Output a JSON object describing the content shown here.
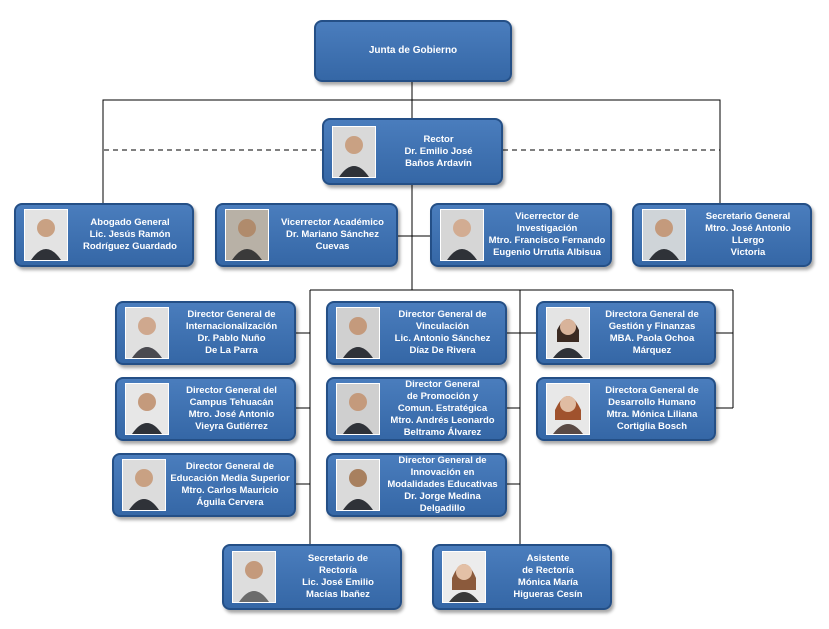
{
  "nodes": [
    {
      "id": "junta",
      "lines": [
        "Junta de Gobierno"
      ],
      "photo": false
    },
    {
      "id": "rector",
      "lines": [
        "Rector",
        "Dr. Emilio José",
        "Baños Ardavín"
      ],
      "photo": true
    },
    {
      "id": "abogado",
      "lines": [
        "Abogado General",
        "Lic. Jesús Ramón",
        "Rodríguez Guardado"
      ],
      "photo": true
    },
    {
      "id": "vicerrector-academico",
      "lines": [
        "Vicerrector Académico",
        "Dr. Mariano Sánchez",
        "Cuevas"
      ],
      "photo": true
    },
    {
      "id": "vicerrector-investigacion",
      "lines": [
        "Vicerrector de",
        "Investigación",
        "Mtro. Francisco Fernando",
        "Eugenio Urrutia Albisua"
      ],
      "photo": true
    },
    {
      "id": "secretario-general",
      "lines": [
        "Secretario General",
        "Mtro. José Antonio LLergo",
        "Victoria"
      ],
      "photo": true
    },
    {
      "id": "internacionalizacion",
      "lines": [
        "Director General de",
        "Internacionalización",
        "Dr. Pablo Nuño",
        "De La Parra"
      ],
      "photo": true
    },
    {
      "id": "tehuacan",
      "lines": [
        "Director General del",
        "Campus Tehuacán",
        "Mtro. José Antonio",
        "Vieyra Gutiérrez"
      ],
      "photo": true
    },
    {
      "id": "media-superior",
      "lines": [
        "Director General de",
        "Educación Media Superior",
        "Mtro. Carlos Mauricio",
        "Águila Cervera"
      ],
      "photo": true
    },
    {
      "id": "vinculacion",
      "lines": [
        "Director General de",
        "Vinculación",
        "Lic. Antonio Sánchez",
        "Díaz De Rivera"
      ],
      "photo": true
    },
    {
      "id": "promocion",
      "lines": [
        "Director General",
        "de Promoción y",
        "Comun. Estratégica",
        "Mtro. Andrés Leonardo",
        "Beltramo Álvarez"
      ],
      "photo": true
    },
    {
      "id": "innovacion",
      "lines": [
        "Director General de",
        "Innovación en",
        "Modalidades Educativas",
        "Dr. Jorge Medina",
        "Delgadillo"
      ],
      "photo": true
    },
    {
      "id": "gestion-finanzas",
      "lines": [
        "Directora General  de",
        "Gestión y Finanzas",
        "MBA. Paola Ochoa",
        "Márquez"
      ],
      "photo": true
    },
    {
      "id": "desarrollo-humano",
      "lines": [
        "Directora General de",
        "Desarrollo Humano",
        "Mtra. Mónica Liliana",
        "Cortiglia Bosch"
      ],
      "photo": true
    },
    {
      "id": "secretario-rectoria",
      "lines": [
        "Secretario de",
        "Rectoría",
        "Lic. José Emilio",
        "Macías Ibañez"
      ],
      "photo": true
    },
    {
      "id": "asistente-rectoria",
      "lines": [
        "Asistente",
        "de Rectoría",
        "Mónica María",
        "Higueras Cesín"
      ],
      "photo": true
    }
  ]
}
